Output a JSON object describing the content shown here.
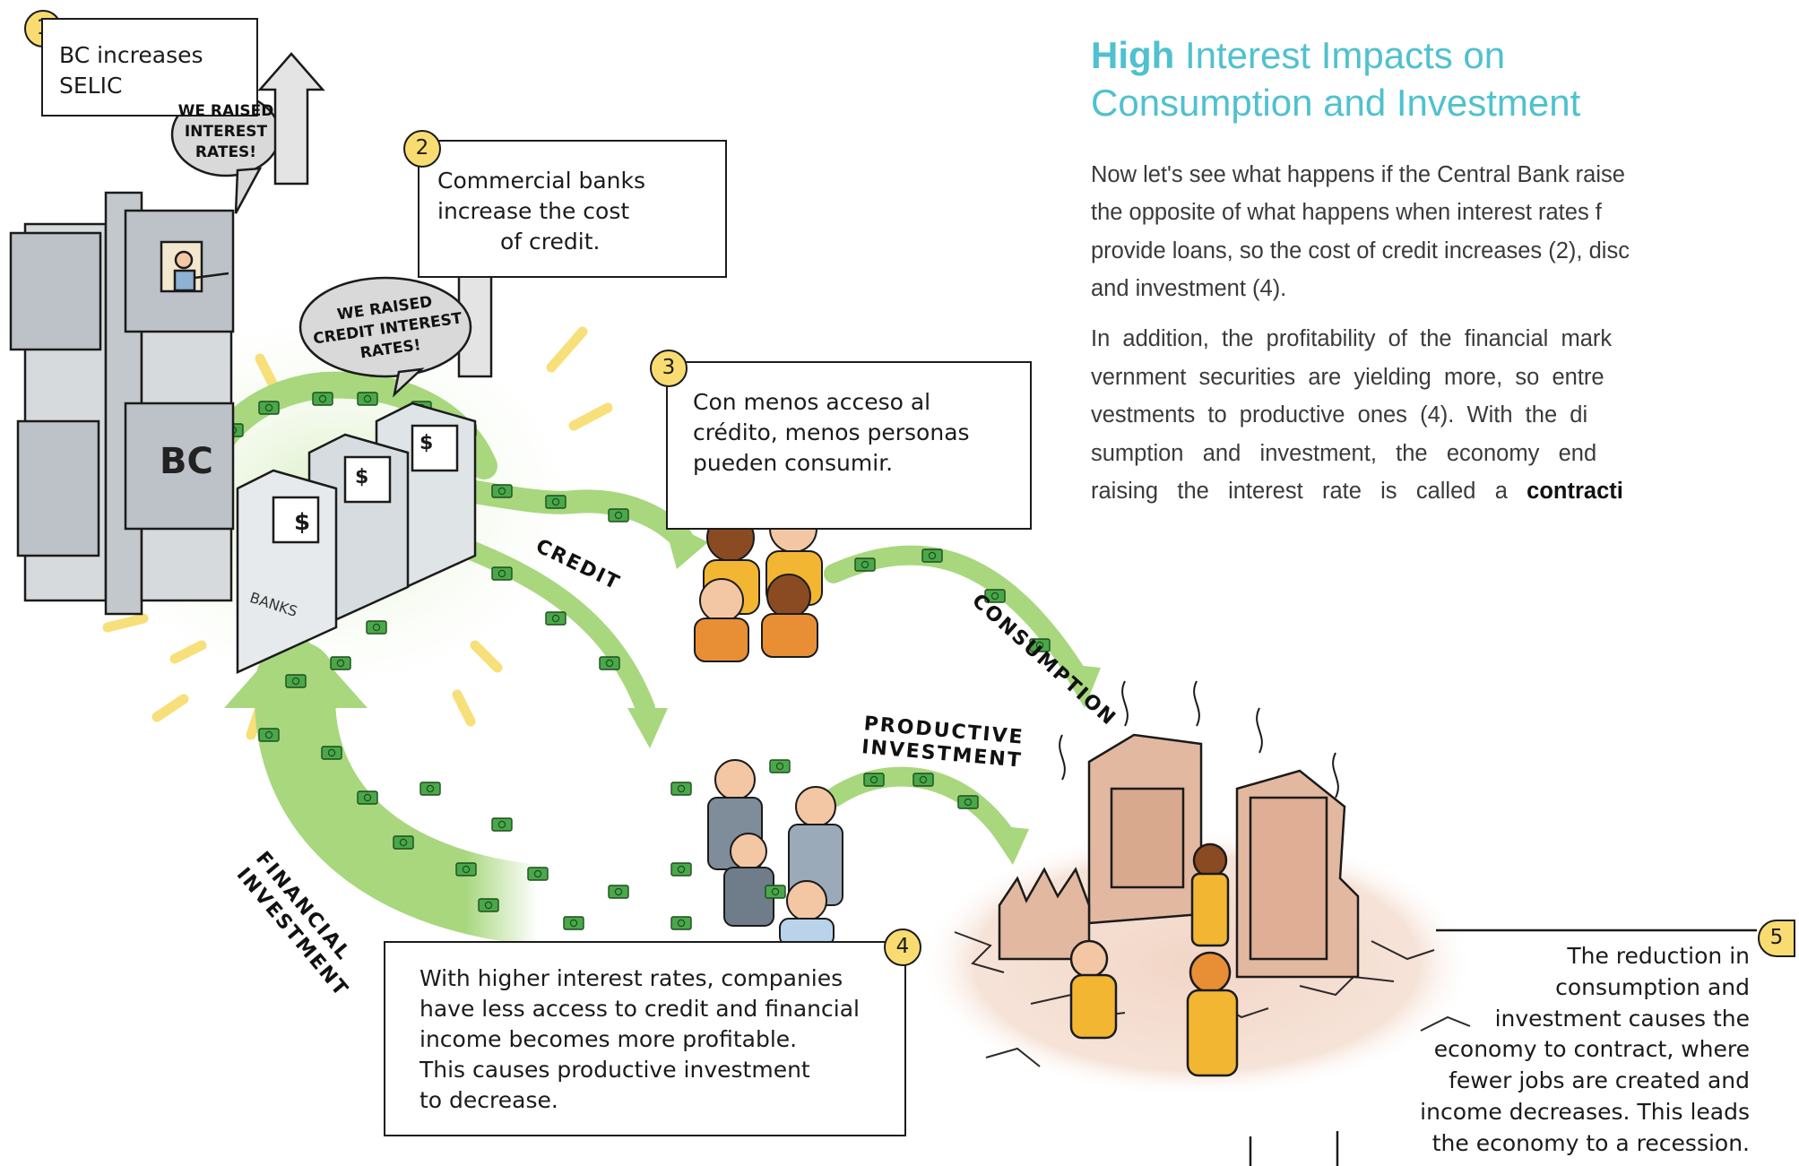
{
  "header": {
    "title_strong": "High",
    "title_rest_line1": "Interest Impacts on",
    "title_line2": "Consumption and Investment"
  },
  "article": {
    "paragraph1": [
      "Now let's see what happens if the Central Bank raise",
      "the opposite of what happens when interest rates f",
      "provide loans, so the cost of credit increases (2), disc",
      "and investment (4)."
    ],
    "paragraph2": [
      "In  addition,  the  profitability  of  the  financial  mark",
      "vernment  securities  are  yielding  more,  so  entre",
      "vestments  to  productive  ones  (4).  With  the  di",
      "sumption   and   investment,   the   economy   end"
    ],
    "paragraph2_last_prefix": "raising   the   interest   rate   is   called   a   ",
    "paragraph2_last_bold": "contracti"
  },
  "steps": {
    "s1": {
      "number": "1",
      "text": [
        "BC increases",
        "SELIC"
      ]
    },
    "s2": {
      "number": "2",
      "text": [
        "Commercial banks",
        "increase the cost",
        "of credit."
      ]
    },
    "s3": {
      "number": "3",
      "text": [
        "Con menos acceso al",
        "crédito, menos personas",
        "pueden consumir."
      ]
    },
    "s4": {
      "number": "4",
      "text": [
        "With higher interest rates, companies",
        "have less access to credit and financial",
        "income becomes more profitable.",
        "This causes productive investment",
        "to decrease."
      ]
    },
    "s5": {
      "number": "5",
      "text": [
        "The reduction in",
        "consumption and",
        "investment causes the",
        "economy to contract, where",
        "fewer jobs are created and",
        "income decreases. This leads",
        "the economy to a recession."
      ]
    }
  },
  "bubbles": {
    "bc": [
      "WE RAISED",
      "INTEREST",
      "RATES!"
    ],
    "banks": [
      "WE RAISED",
      "CREDIT INTEREST",
      "RATES!"
    ]
  },
  "illustration": {
    "building_sign": "BC",
    "banks_sign": "BANKS",
    "atm_symbol": "$"
  },
  "flows": {
    "credit": "CREDIT",
    "consumption": "CONSUMPTION",
    "productive_line1": "PRODUCTIVE",
    "productive_line2": "INVESTMENT",
    "financial_line1": "FINANCIAL",
    "financial_line2": "INVESTMENT"
  },
  "colors": {
    "accent_title": "#4fc1cf",
    "flow_green": "#a8d77e",
    "flow_green_dark": "#8fc765",
    "money_green": "#4aa84a",
    "badge_yellow": "#f8dc72",
    "ray_yellow": "#f7df7a",
    "skin_brown": "#8a4b22",
    "shirt_yellow": "#f2b632",
    "shirt_orange": "#e88f36",
    "rubble_pink": "#f2d6c7"
  }
}
